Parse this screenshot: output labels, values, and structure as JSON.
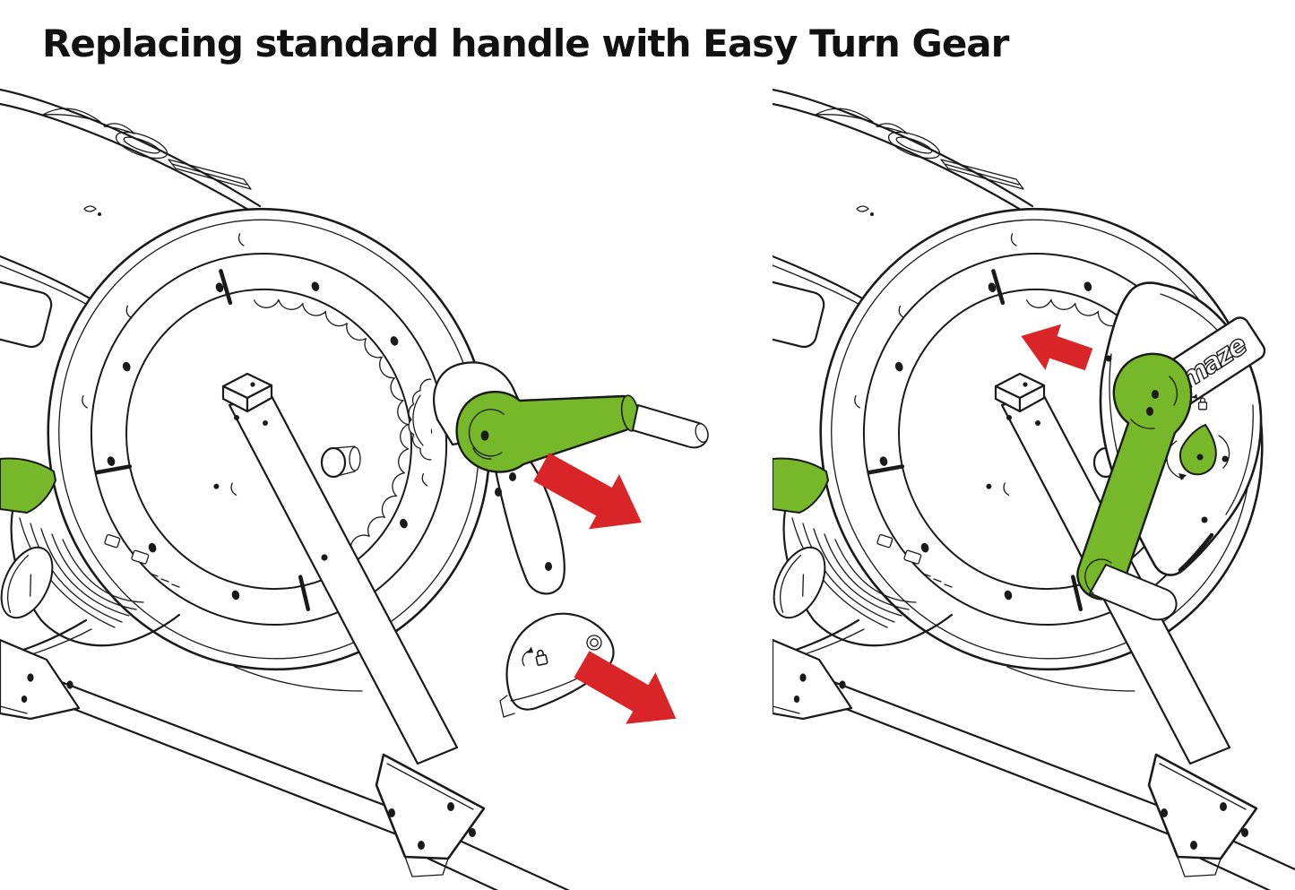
{
  "title": "Replacing standard handle with Easy Turn Gear",
  "colors": {
    "green": "#76B82A",
    "red": "#D92428",
    "line": "#1A1A1A",
    "background": "#FFFFFF"
  },
  "right_panel": {
    "logo_text": "maze"
  },
  "arrows": {
    "left_panel": [
      {
        "name": "remove-handle-arrow",
        "direction": "down-right"
      },
      {
        "name": "remove-cover-arrow",
        "direction": "down-right"
      }
    ],
    "right_panel": [
      {
        "name": "install-direction-arrow",
        "direction": "left"
      }
    ]
  },
  "icons": {
    "cover": [
      "rotate-arrow-icon",
      "padlock-icon"
    ],
    "knob": [
      "rotate-arrow-icon",
      "padlock-icon"
    ]
  }
}
